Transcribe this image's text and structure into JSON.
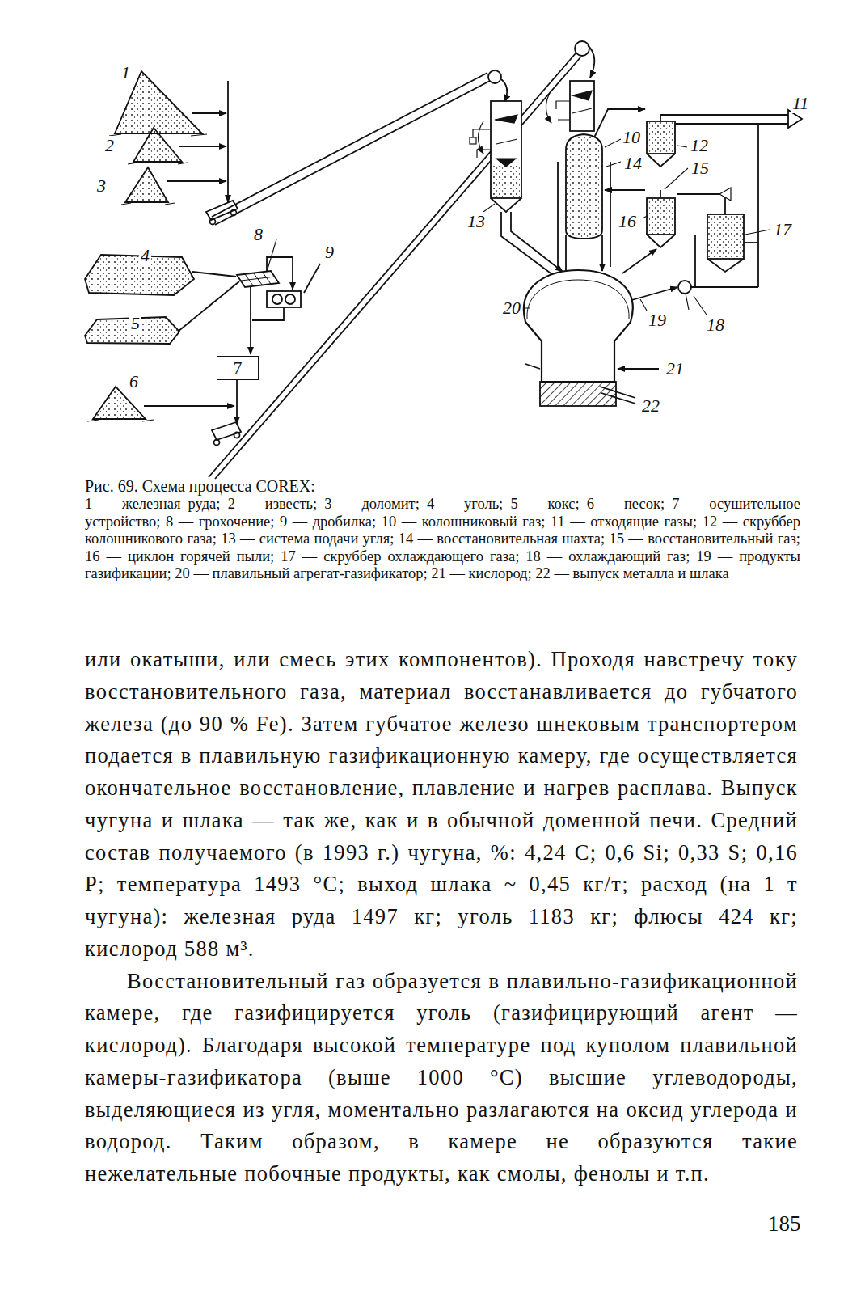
{
  "diagram": {
    "caption": "Рис. 69. Схема процесса COREX:",
    "nodes": [
      {
        "text": [
          "7"
        ]
      }
    ],
    "labels": [
      "1",
      "2",
      "3",
      "4",
      "5",
      "6",
      "8",
      "9",
      "10",
      "11",
      "12",
      "13",
      "14",
      "15",
      "16",
      "17",
      "18",
      "19",
      "20",
      "21",
      "22",
      "1 — железная руда; 2 — известь; 3 — доломит; 4 — уголь; 5 — кокс; 6 — песок; 7 — осушительное устройство; 8 — грохочение; 9 — дробилка; 10 — колошниковый газ; 11 — отходящие газы; 12 — скруббер колошникового газа; 13 — система подачи угля; 14 — восстановительная шахта; 15 — восстановительный газ; 16 — циклон горячей пыли; 17 — скруббер охлаждающего газа; 18 — охлаждающий газ; 19 — продукты газификации; 20 — плавильный агрегат-газификатор; 21 — кислород; 22 — выпуск металла и шлака",
      "или окатыши, или смесь этих компонентов). Проходя навстречу току восстановительного газа, материал восстанавливается до губчатого железа (до 90 % Fe). Затем губчатое железо шнековым транспортером подается в плавильную газификационную камеру, где осуществляется окончательное восстановление, плавление и нагрев расплава. Выпуск чугуна и шлака — так же, как и в обычной доменной печи. Средний состав получаемого (в 1993 г.) чугуна, %: 4,24 C; 0,6 Si; 0,33 S; 0,16 P; температура 1493 °C; выход шлака ~ 0,45 кг/т; расход (на 1 т чугуна): железная руда 1497 кг; уголь 1183 кг; флюсы 424 кг; кислород 588 м³.",
      "Восстановительный газ образуется в плавильно-газификационной камере, где газифицируется уголь (газифицирующий агент — кислород). Благодаря высокой температуре под куполом плавильной камеры-газификатора (выше 1000 °C) высшие углеводороды, выделяющиеся из угля, моментально разлагаются на оксид углерода и водород. Таким образом, в камере не образуются такие нежелательные побочные продукты, как смолы, фенолы и т.п.",
      "185"
    ]
  }
}
